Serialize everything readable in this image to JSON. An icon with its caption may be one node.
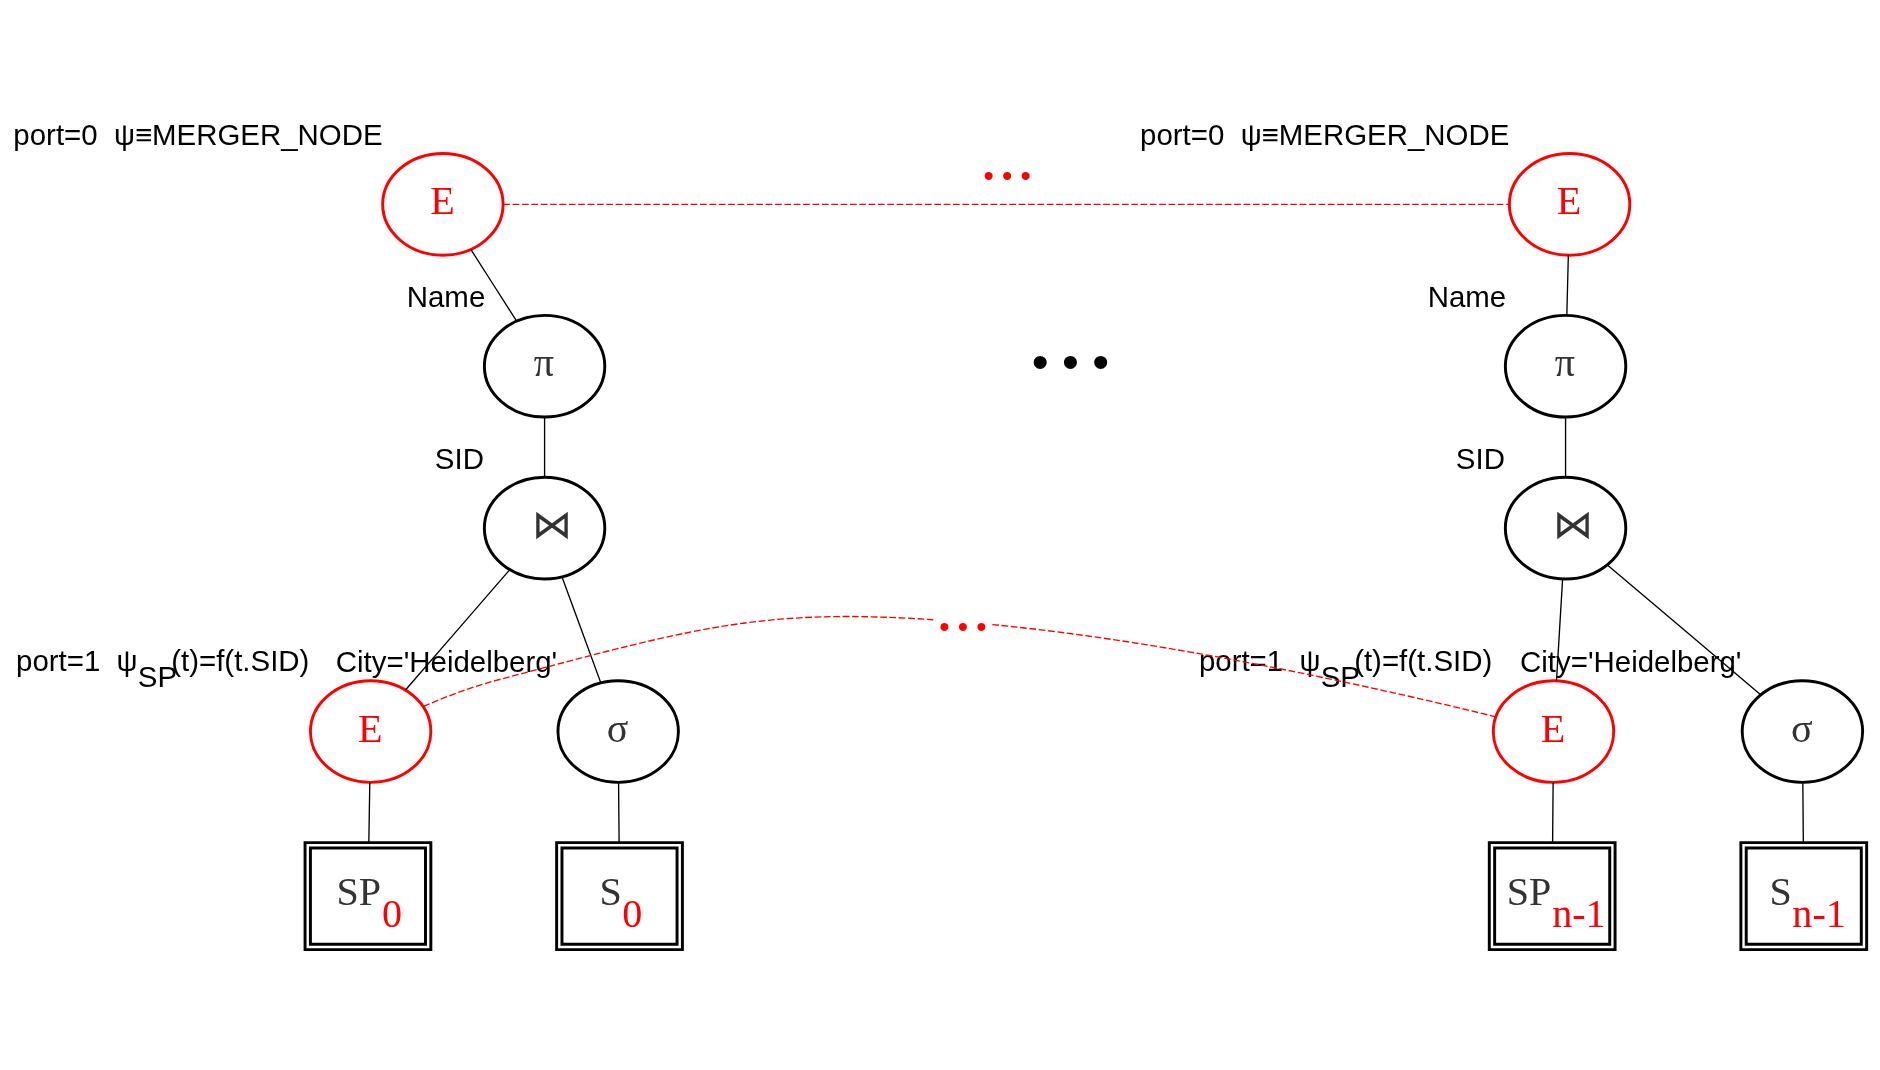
{
  "diagram": {
    "nodes": [
      {
        "text": [
          "E"
        ],
        "beside": [
          "port=0",
          "ψ≡MERGER_NODE"
        ]
      },
      {
        "text": [
          "E"
        ],
        "beside": [
          "port=0",
          "ψ≡MERGER_NODE"
        ]
      },
      {
        "text": [
          "π"
        ],
        "beside": [
          "Name"
        ]
      },
      {
        "text": [
          "π"
        ],
        "beside": [
          "Name"
        ]
      },
      {
        "text": [
          "⋈"
        ],
        "beside": [
          "SID"
        ]
      },
      {
        "text": [
          "⋈"
        ],
        "beside": [
          "SID"
        ]
      },
      {
        "text": [
          "E"
        ],
        "beside": [
          "port=1",
          "ψ$_{SP}$(t)=f(t.SID)"
        ]
      },
      {
        "text": [
          "σ"
        ],
        "beside": [
          "City='Heidelberg'"
        ]
      },
      {
        "text": [
          "E"
        ],
        "beside": [
          "port=1",
          "ψ$_{SP}$(t)=f(t.SID)"
        ]
      },
      {
        "text": [
          "σ"
        ],
        "beside": [
          "City='Heidelberg'"
        ]
      },
      {
        "text": [
          "SP$_{0}$"
        ]
      },
      {
        "text": [
          "S$_{0}$"
        ]
      },
      {
        "text": [
          "SP$_{n-1}$"
        ]
      },
      {
        "text": [
          "S$_{n-1}$"
        ]
      }
    ],
    "edges": [
      {
        "from": 0,
        "to": 1,
        "arrow": "none",
        "style": "dashed",
        "color": "#ff0000",
        "label": "• • •"
      },
      {
        "from": 0,
        "to": 2,
        "arrow": "none"
      },
      {
        "from": 1,
        "to": 3,
        "arrow": "none"
      },
      {
        "from": 2,
        "to": 4,
        "arrow": "none"
      },
      {
        "from": 3,
        "to": 5,
        "arrow": "none"
      },
      {
        "from": 4,
        "to": 6,
        "arrow": "none"
      },
      {
        "from": 4,
        "to": 7,
        "arrow": "none"
      },
      {
        "from": 5,
        "to": 8,
        "arrow": "none"
      },
      {
        "from": 5,
        "to": 9,
        "arrow": "none"
      },
      {
        "from": 6,
        "to": 8,
        "arrow": "none",
        "style": "dashed",
        "color": "#ff0000",
        "label": "• • •"
      },
      {
        "from": 6,
        "to": 10,
        "arrow": "none"
      },
      {
        "from": 7,
        "to": 11,
        "arrow": "none"
      },
      {
        "from": 8,
        "to": 12,
        "arrow": "none"
      },
      {
        "from": 9,
        "to": 13,
        "arrow": "none"
      }
    ],
    "labels": [
      "• • •"
    ]
  }
}
